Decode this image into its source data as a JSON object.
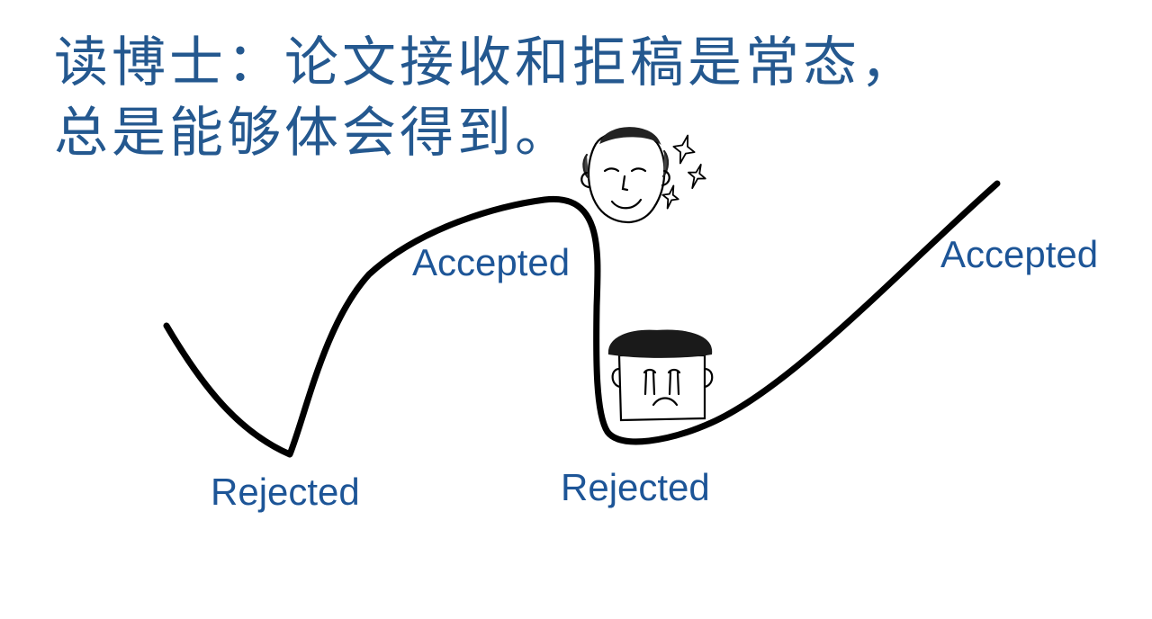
{
  "title": {
    "line1": "读博士：论文接收和拒稿是常态，",
    "line2": "总是能够体会得到。"
  },
  "labels": {
    "accepted_1": "Accepted",
    "rejected_1": "Rejected",
    "rejected_2": "Rejected",
    "accepted_2": "Accepted"
  },
  "colors": {
    "text": "#24588f",
    "label": "#1d5597",
    "curve": "#000000"
  },
  "icons": {
    "happy_face": "bald-smiling-face-icon",
    "sad_face": "crying-square-face-icon",
    "sparkles": "sparkle-icon"
  }
}
